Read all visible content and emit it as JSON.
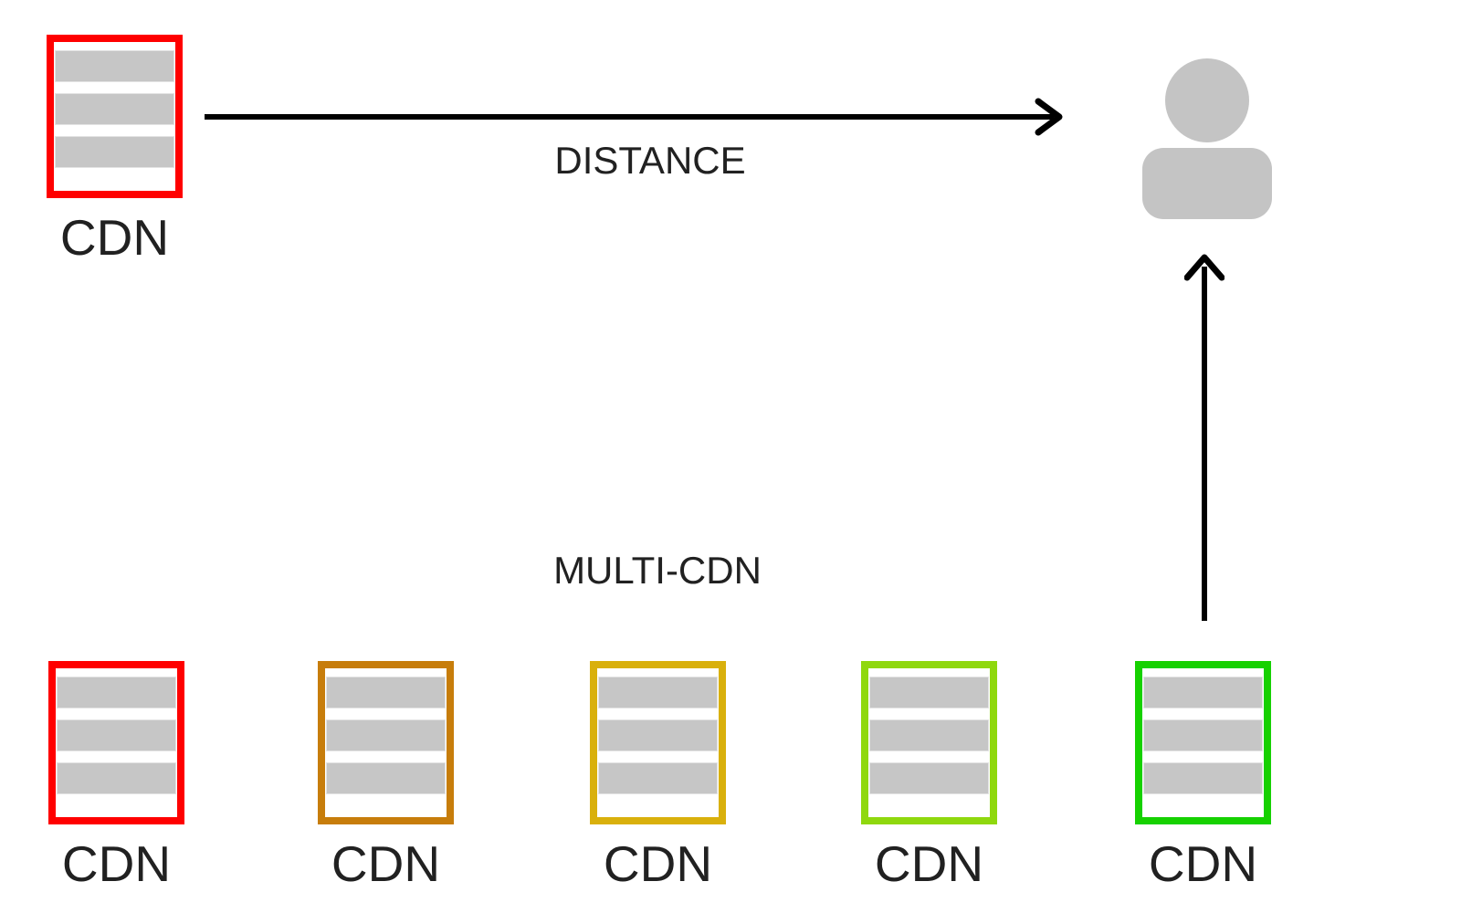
{
  "diagram": {
    "colors": {
      "background": "#FFFFFF",
      "arrow": "#000000",
      "server_bar": "#C6C6C6",
      "user": "#C4C4C4",
      "label_text": "#212121"
    },
    "icons": {
      "user": "user-icon",
      "server": "server-icon"
    },
    "top": {
      "server": {
        "label": "CDN",
        "border_color": "#FF0000"
      },
      "arrow_label": "DISTANCE"
    },
    "bottom": {
      "group_label": "MULTI-CDN",
      "servers": [
        {
          "label": "CDN",
          "border_color": "#FF0000"
        },
        {
          "label": "CDN",
          "border_color": "#C77D0B"
        },
        {
          "label": "CDN",
          "border_color": "#D9B00C"
        },
        {
          "label": "CDN",
          "border_color": "#8FD80E"
        },
        {
          "label": "CDN",
          "border_color": "#16D100"
        }
      ]
    }
  }
}
